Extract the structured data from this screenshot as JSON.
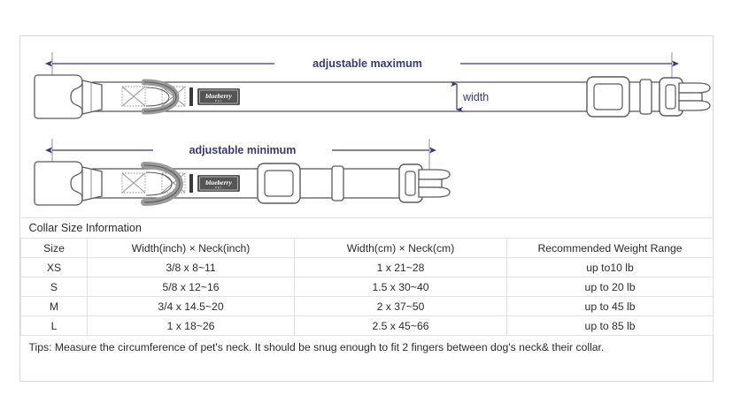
{
  "diagram": {
    "max_label": "adjustable maximum",
    "min_label": "adjustable minimum",
    "width_label": "width",
    "brand": "blueberry",
    "brand_sub": "PET",
    "colors": {
      "dimension_line": "#353a7a",
      "collar_outline": "#5a5a5a",
      "collar_fill": "#ffffff",
      "label_tag": "#555555",
      "frame_border": "#d8d8d8",
      "table_border": "#e2e2e2",
      "text": "#2b2b2b"
    }
  },
  "table": {
    "title": "Collar Size Information",
    "headers": [
      "Size",
      "Width(inch)  ×  Neck(inch)",
      "Width(cm)  ×  Neck(cm)",
      "Recommended Weight Range"
    ],
    "rows": [
      {
        "size": "XS",
        "inch": "3/8 x 8~11",
        "cm": "1 x 21~28",
        "weight": "up to10 lb"
      },
      {
        "size": "S",
        "inch": "5/8 x 12~16",
        "cm": "1.5 x 30~40",
        "weight": "up to 20 lb"
      },
      {
        "size": "M",
        "inch": "3/4 x 14.5~20",
        "cm": "2 x 37~50",
        "weight": "up to 45 lb"
      },
      {
        "size": "L",
        "inch": "1 x 18~26",
        "cm": "2.5 x 45~66",
        "weight": "up to 85 lb"
      }
    ],
    "tips": "Tips: Measure the circumference of pet's neck. It should be snug enough to fit 2 fingers between dog's neck& their collar."
  }
}
